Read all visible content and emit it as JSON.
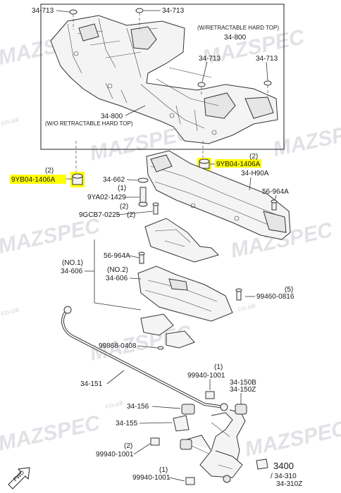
{
  "labels": {
    "l_34713_a": "34-713",
    "l_34713_b": "34-713",
    "l_34713_c": "34-713",
    "l_34713_d": "34-713",
    "l_hardtop_with": "(W/RETRACTABLE HARD TOP)",
    "l_34800_top": "34-800",
    "l_34800_mid": "34-800",
    "l_hardtop_without": "(W/O RETRACTABLE HARD TOP)",
    "l_qty2_left": "(2)",
    "l_9yb_left": "9YB04-1406A",
    "l_qty2_right": "(2)",
    "l_9yb_right": "9YB04-1406A",
    "l_34662": "34-662",
    "l_qty1_a": "(1)",
    "l_9ya": "9YA02-1429",
    "l_qty2_b": "(2)",
    "l_9gcb": "9GCB7-0225",
    "l_qty2_c": "(2)",
    "l_34h90a": "34-H90A",
    "l_56964a_r": "56-964A",
    "l_56964a_l": "56-964A",
    "l_no1": "(NO.1)",
    "l_34606_a": "34-606",
    "l_no2": "(NO.2)",
    "l_34606_b": "34-606",
    "l_qty5": "(5)",
    "l_99460": "99460-0816",
    "l_99868": "99868-0408",
    "l_qty1_b": "(1)",
    "l_99940_a": "99940-1001",
    "l_34150b": "34-150B",
    "l_34150z": "34-150Z",
    "l_34151": "34-151",
    "l_34156": "34-156",
    "l_34155": "34-155",
    "l_qty2_d": "(2)",
    "l_99940_b": "99940-1001",
    "l_qty1_c": "(1)",
    "l_99940_c": "99940-1001",
    "l_3400": "3400",
    "l_34310": "/ 34-310",
    "l_34310z": "34-310Z",
    "l_fwd": "FWD"
  },
  "watermark": {
    "brand": "MAZSPEC",
    "domain": "co.uk"
  },
  "colors": {
    "highlight": "#ffff00",
    "line": "#333333",
    "watermark": "#c9ccd2"
  }
}
